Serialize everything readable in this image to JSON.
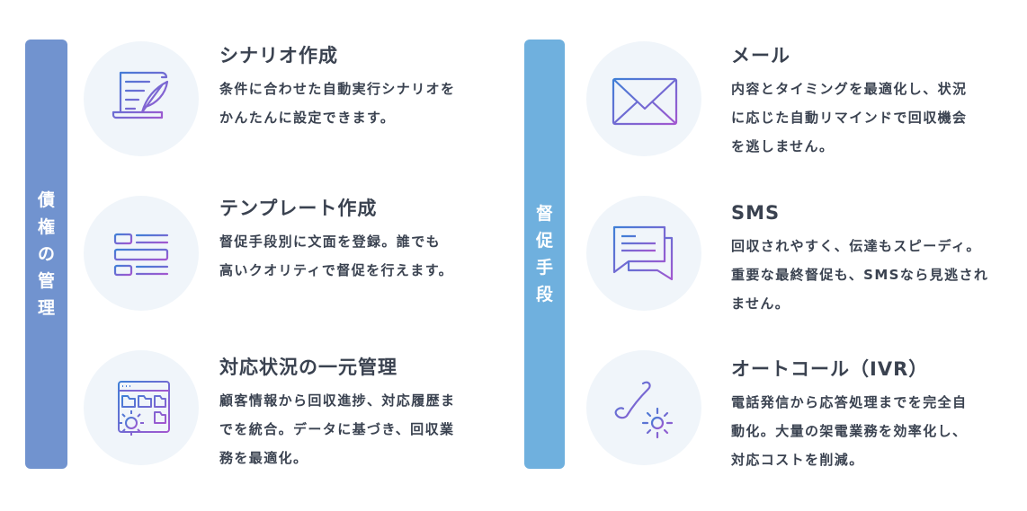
{
  "left": {
    "label_chars": [
      "債",
      "権",
      "の",
      "管",
      "理"
    ],
    "color": "#7193cf",
    "items": [
      {
        "title": "シナリオ作成",
        "icon": "scroll-quill-icon",
        "lines": [
          "条件に合わせた自動実行シナリオを",
          "かんたんに設定できます。"
        ]
      },
      {
        "title": "テンプレート作成",
        "icon": "template-list-icon",
        "lines": [
          "督促手段別に文面を登録。誰でも",
          "高いクオリティで督促を行えます。"
        ]
      },
      {
        "title": "対応状況の一元管理",
        "icon": "folder-window-gear-icon",
        "lines": [
          "顧客情報から回収進捗、対応履歴ま",
          "でを統合。データに基づき、回収業",
          "務を最適化。"
        ]
      }
    ]
  },
  "right": {
    "label_chars": [
      "督",
      "促",
      "手",
      "段"
    ],
    "color": "#6fb0de",
    "items": [
      {
        "title": "メール",
        "icon": "envelope-icon",
        "lines": [
          "内容とタイミングを最適化し、状況",
          "に応じた自動リマインドで回収機会",
          "を逃しません。"
        ]
      },
      {
        "title": "SMS",
        "icon": "chat-bubbles-icon",
        "lines": [
          "回収されやすく、伝達もスピーディ。",
          "重要な最終督促も、SMSなら見逃され",
          "ません。"
        ]
      },
      {
        "title": "オートコール（IVR）",
        "icon": "phone-gear-icon",
        "lines": [
          "電話発信から応答処理までを完全自",
          "動化。大量の架電業務を効率化し、",
          "対応コストを削減。"
        ]
      }
    ]
  }
}
